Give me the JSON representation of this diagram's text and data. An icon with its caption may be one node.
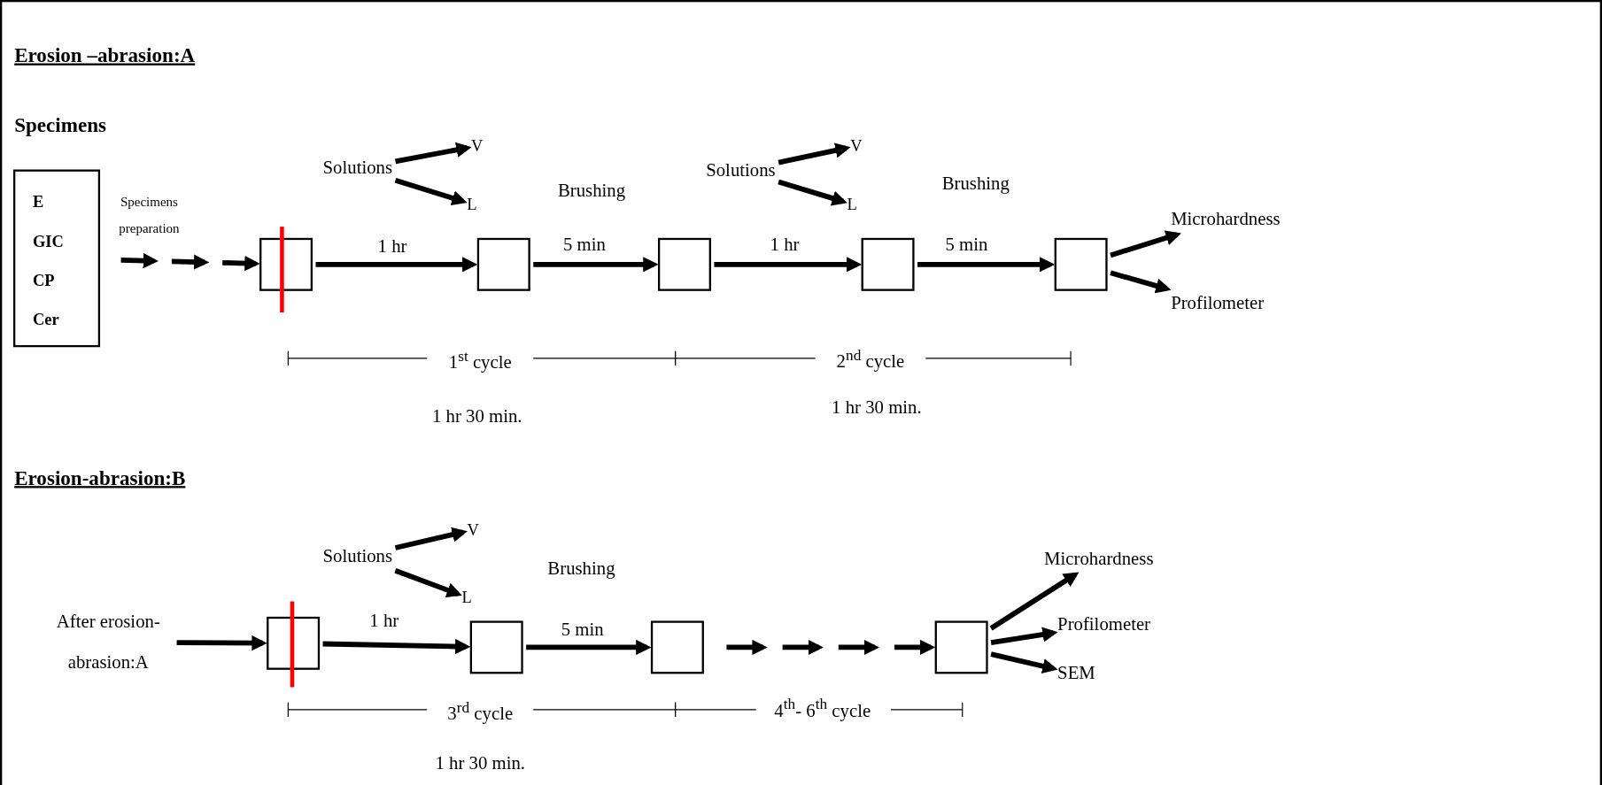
{
  "diagram": {
    "nodes": [
      {
        "text": [
          "E",
          "GIC",
          "CP",
          "Cer"
        ]
      },
      {
        "text": [],
        "shape": "box"
      },
      {
        "text": [],
        "shape": "box"
      },
      {
        "text": [],
        "shape": "box"
      },
      {
        "text": [],
        "shape": "box"
      },
      {
        "text": [],
        "shape": "box"
      },
      {
        "text": [
          "Solutions"
        ]
      },
      {
        "text": [
          "V"
        ]
      },
      {
        "text": [
          "L"
        ]
      },
      {
        "text": [
          "Solutions"
        ]
      },
      {
        "text": [
          "V"
        ]
      },
      {
        "text": [
          "L"
        ]
      },
      {
        "text": [
          "Microhardness"
        ]
      },
      {
        "text": [
          "Profilometer"
        ]
      },
      {
        "text": [
          "After erosion-abrasion:A"
        ]
      },
      {
        "text": [],
        "shape": "box"
      },
      {
        "text": [],
        "shape": "box"
      },
      {
        "text": [],
        "shape": "box"
      },
      {
        "text": [],
        "shape": "box"
      },
      {
        "text": [
          "Solutions"
        ]
      },
      {
        "text": [
          "V"
        ]
      },
      {
        "text": [
          "L"
        ]
      },
      {
        "text": [
          "Microhardness"
        ]
      },
      {
        "text": [
          "Profilometer"
        ]
      },
      {
        "text": [
          "SEM"
        ]
      }
    ],
    "edges": [
      {
        "from": 0,
        "to": 1,
        "arrow": "to",
        "label": "Specimens preparation",
        "style": "dashed"
      },
      {
        "from": 1,
        "to": 2,
        "arrow": "to",
        "label": "1 hr"
      },
      {
        "from": 2,
        "to": 3,
        "arrow": "to",
        "label": "5 min"
      },
      {
        "from": 3,
        "to": 4,
        "arrow": "to",
        "label": "1 hr"
      },
      {
        "from": 4,
        "to": 5,
        "arrow": "to",
        "label": "5 min"
      },
      {
        "from": 5,
        "to": 12,
        "arrow": "to"
      },
      {
        "from": 5,
        "to": 13,
        "arrow": "to"
      },
      {
        "from": 6,
        "to": 7,
        "arrow": "to"
      },
      {
        "from": 6,
        "to": 8,
        "arrow": "to"
      },
      {
        "from": 9,
        "to": 10,
        "arrow": "to"
      },
      {
        "from": 9,
        "to": 11,
        "arrow": "to"
      },
      {
        "from": 14,
        "to": 15,
        "arrow": "to"
      },
      {
        "from": 15,
        "to": 16,
        "arrow": "to",
        "label": "1 hr"
      },
      {
        "from": 16,
        "to": 17,
        "arrow": "to",
        "label": "5 min"
      },
      {
        "from": 17,
        "to": 18,
        "arrow": "to",
        "style": "dashed"
      },
      {
        "from": 18,
        "to": 22,
        "arrow": "to"
      },
      {
        "from": 18,
        "to": 23,
        "arrow": "to"
      },
      {
        "from": 18,
        "to": 24,
        "arrow": "to"
      },
      {
        "from": 19,
        "to": 20,
        "arrow": "to"
      },
      {
        "from": 19,
        "to": 21,
        "arrow": "to"
      }
    ],
    "labels": [
      "Erosion –abrasion:A",
      "Specimens",
      "Brushing",
      "Brushing",
      "1$^{st}$ cycle",
      "2$^{nd}$ cycle",
      "1 hr 30 min.",
      "1 hr 30 min.",
      "Erosion-abrasion:B",
      "Brushing",
      "3$^{rd}$ cycle",
      "4$^{th}$- 6$^{th}$ cycle",
      "1 hr 30 min."
    ]
  }
}
